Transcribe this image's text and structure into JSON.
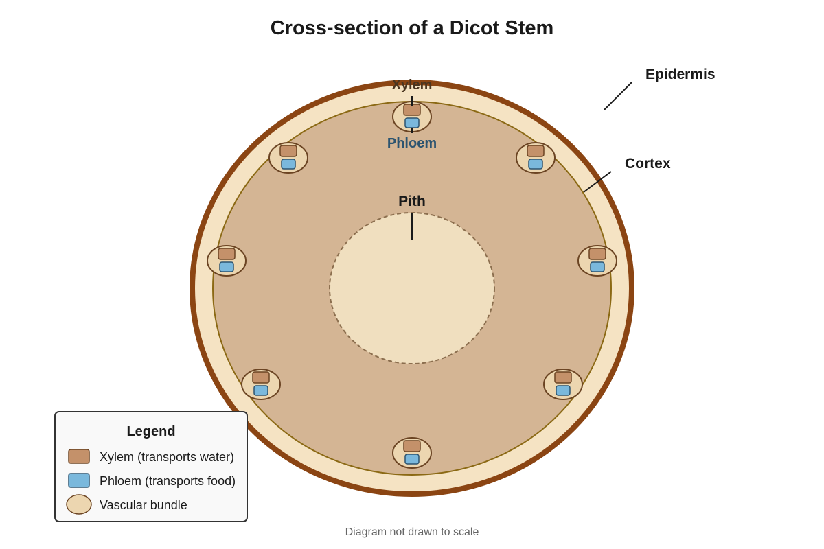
{
  "title": "Cross-section of a Dicot Stem",
  "labels": {
    "epidermis": "Epidermis",
    "cortex": "Cortex",
    "pith": "Pith",
    "xylem": "Xylem",
    "phloem": "Phloem"
  },
  "legend": {
    "title": "Legend",
    "items": [
      {
        "key": "xylem",
        "label": "Xylem (transports water)"
      },
      {
        "key": "phloem",
        "label": "Phloem (transports food)"
      },
      {
        "key": "bundle",
        "label": "Vascular bundle"
      }
    ]
  },
  "footnote": "Diagram not drawn to scale",
  "colors": {
    "epidermis": "#8b4513",
    "cortex_outer": "#f5e3c3",
    "cortex_inner": "#d4b594",
    "cortex_border": "#8b6914",
    "pith": "#f0dfbf",
    "pith_border": "#8b6e4e",
    "bundle_fill": "#ecd6b0",
    "bundle_border": "#6b4423",
    "xylem": "#c4916a",
    "phloem": "#7ab8dc",
    "phloem_label": "#2c5470",
    "xylem_label": "#4a3520"
  },
  "vascular_bundles": {
    "count": 8,
    "positions": [
      "top",
      "top-right",
      "right",
      "bottom-right",
      "bottom",
      "bottom-left",
      "left",
      "top-left"
    ]
  }
}
